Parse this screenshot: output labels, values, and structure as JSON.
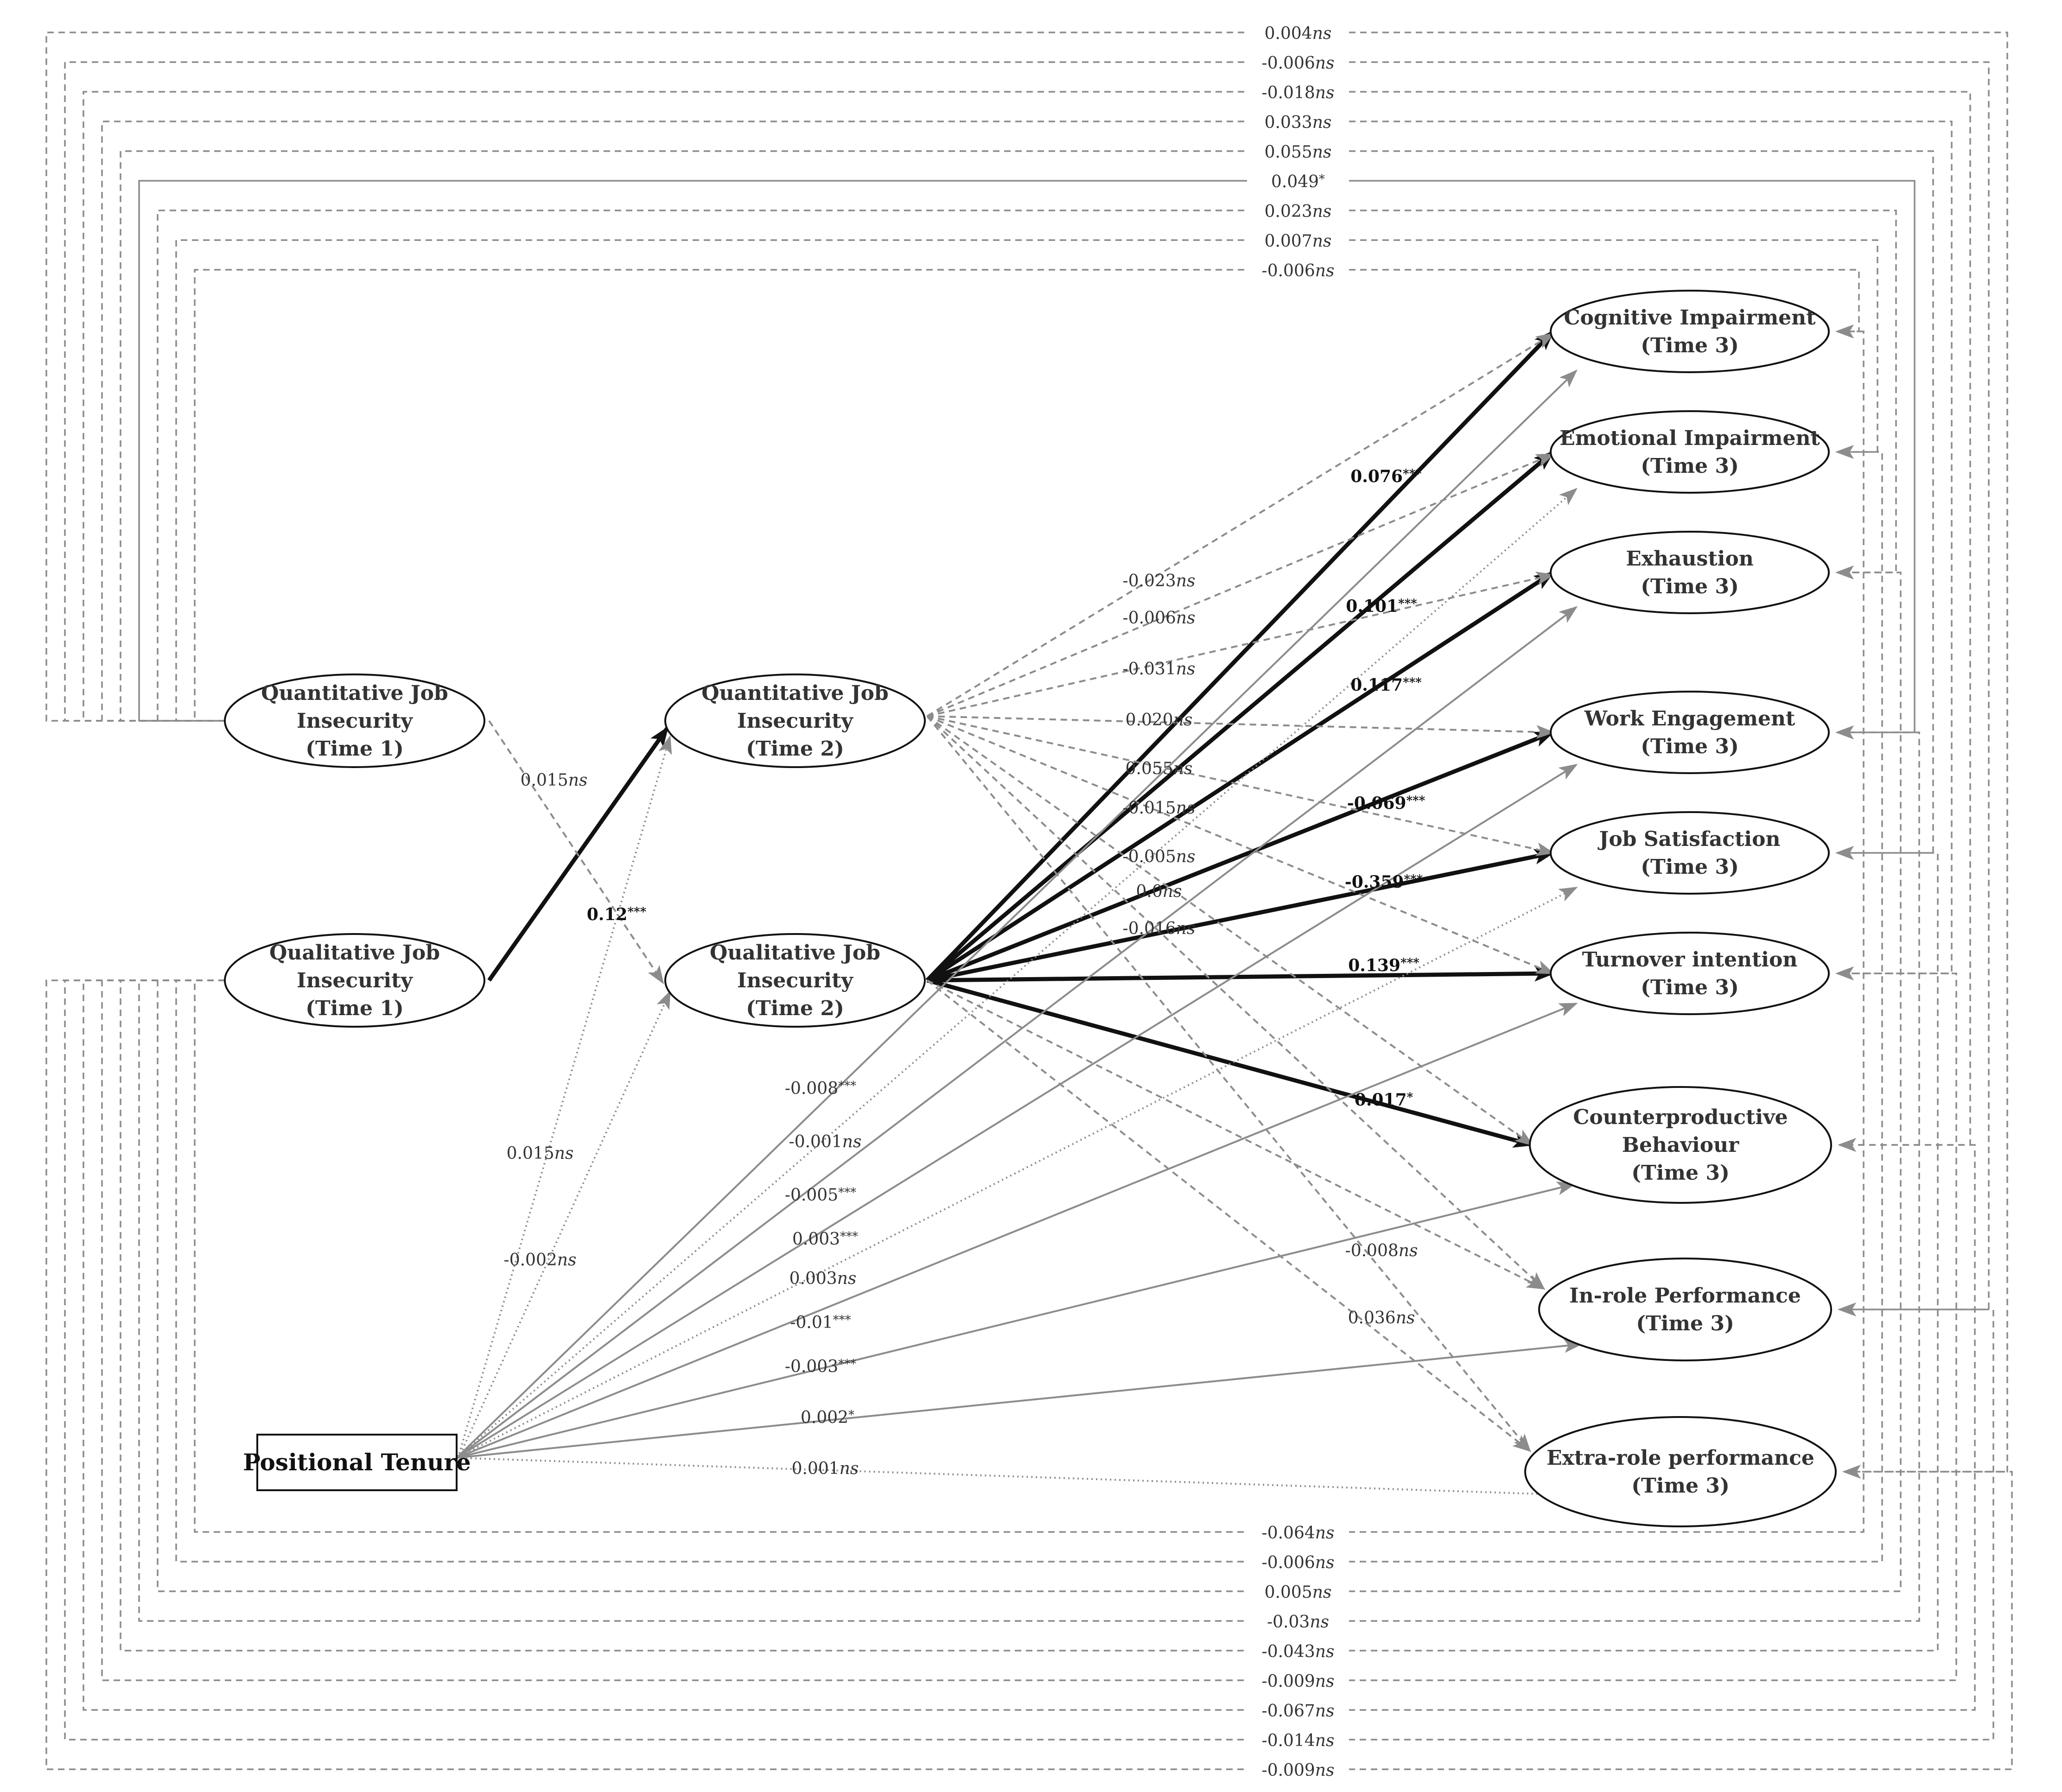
{
  "colors": {
    "bold": "#111111",
    "solid": "#8c8c8c",
    "dashed": "#8c8c8c",
    "dotted": "#8c8c8c",
    "text": "#333333"
  },
  "nodes": [
    {
      "id": "qnt1",
      "lines": [
        "Quantitative Job",
        "Insecurity",
        "(Time 1)"
      ]
    },
    {
      "id": "qlt1",
      "lines": [
        "Qualitative Job",
        "Insecurity",
        "(Time 1)"
      ]
    },
    {
      "id": "qnt2",
      "lines": [
        "Quantitative Job",
        "Insecurity",
        "(Time 2)"
      ]
    },
    {
      "id": "qlt2",
      "lines": [
        "Qualitative Job",
        "Insecurity",
        "(Time 2)"
      ]
    },
    {
      "id": "pt",
      "lines": [
        "Positional Tenure"
      ]
    },
    {
      "id": "cog",
      "lines": [
        "Cognitive Impairment",
        "(Time 3)"
      ]
    },
    {
      "id": "emo",
      "lines": [
        "Emotional Impairment",
        "(Time 3)"
      ]
    },
    {
      "id": "exh",
      "lines": [
        "Exhaustion",
        "(Time 3)"
      ]
    },
    {
      "id": "we",
      "lines": [
        "Work Engagement",
        "(Time 3)"
      ]
    },
    {
      "id": "js",
      "lines": [
        "Job Satisfaction",
        "(Time 3)"
      ]
    },
    {
      "id": "ti",
      "lines": [
        "Turnover intention",
        "(Time 3)"
      ]
    },
    {
      "id": "cb",
      "lines": [
        "Counterproductive",
        "Behaviour",
        "(Time 3)"
      ]
    },
    {
      "id": "irp",
      "lines": [
        "In-role Performance",
        "(Time 3)"
      ]
    },
    {
      "id": "erp",
      "lines": [
        "Extra-role performance",
        "(Time 3)"
      ]
    }
  ],
  "edges": [
    {
      "from": "qlt1",
      "to": "qnt2",
      "style": "bold",
      "value": "0.12",
      "sig": "***"
    },
    {
      "from": "qnt1",
      "to": "qlt2",
      "style": "dashed",
      "value": "0.015",
      "sig": "ns"
    },
    {
      "from": "pt",
      "to": "qnt2",
      "style": "dotted",
      "value": "0.015",
      "sig": "ns"
    },
    {
      "from": "pt",
      "to": "qlt2",
      "style": "dotted",
      "value": "-0.002",
      "sig": "ns"
    },
    {
      "from": "qlt2",
      "to": "cog",
      "style": "bold",
      "value": "0.076",
      "sig": "***"
    },
    {
      "from": "qlt2",
      "to": "emo",
      "style": "bold",
      "value": "0.101",
      "sig": "***"
    },
    {
      "from": "qlt2",
      "to": "exh",
      "style": "bold",
      "value": "0.117",
      "sig": "***"
    },
    {
      "from": "qlt2",
      "to": "we",
      "style": "bold",
      "value": "-0.069",
      "sig": "***"
    },
    {
      "from": "qlt2",
      "to": "js",
      "style": "bold",
      "value": "-0.359",
      "sig": "***"
    },
    {
      "from": "qlt2",
      "to": "ti",
      "style": "bold",
      "value": "0.139",
      "sig": "***"
    },
    {
      "from": "qlt2",
      "to": "cb",
      "style": "bold",
      "value": "0.017",
      "sig": "*"
    },
    {
      "from": "qlt2",
      "to": "irp",
      "style": "dashed",
      "value": "-0.008",
      "sig": "ns"
    },
    {
      "from": "qlt2",
      "to": "erp",
      "style": "dashed",
      "value": "0.036",
      "sig": "ns"
    },
    {
      "from": "qnt2",
      "to": "cog",
      "style": "dashed",
      "value": "-0.023",
      "sig": "ns"
    },
    {
      "from": "qnt2",
      "to": "emo",
      "style": "dashed",
      "value": "-0.006",
      "sig": "ns"
    },
    {
      "from": "qnt2",
      "to": "exh",
      "style": "dashed",
      "value": "-0.031",
      "sig": "ns"
    },
    {
      "from": "qnt2",
      "to": "we",
      "style": "dashed",
      "value": "0.020",
      "sig": "ns"
    },
    {
      "from": "qnt2",
      "to": "js",
      "style": "dashed",
      "value": "0.055",
      "sig": "ns"
    },
    {
      "from": "qnt2",
      "to": "ti",
      "style": "dashed",
      "value": "-0.015",
      "sig": "ns"
    },
    {
      "from": "qnt2",
      "to": "cb",
      "style": "dashed",
      "value": "-0.005",
      "sig": "ns"
    },
    {
      "from": "qnt2",
      "to": "irp",
      "style": "dashed",
      "value": "0.0",
      "sig": "ns"
    },
    {
      "from": "qnt2",
      "to": "erp",
      "style": "dashed",
      "value": "-0.016",
      "sig": "ns"
    },
    {
      "from": "pt",
      "to": "cog",
      "style": "solid",
      "value": "-0.008",
      "sig": "***"
    },
    {
      "from": "pt",
      "to": "emo",
      "style": "dotted",
      "value": "-0.001",
      "sig": "ns"
    },
    {
      "from": "pt",
      "to": "exh",
      "style": "solid",
      "value": "-0.005",
      "sig": "***"
    },
    {
      "from": "pt",
      "to": "we",
      "style": "solid",
      "value": "0.003",
      "sig": "***"
    },
    {
      "from": "pt",
      "to": "js",
      "style": "dotted",
      "value": "0.003",
      "sig": "ns"
    },
    {
      "from": "pt",
      "to": "ti",
      "style": "solid",
      "value": "-0.01",
      "sig": "***"
    },
    {
      "from": "pt",
      "to": "cb",
      "style": "solid",
      "value": "-0.003",
      "sig": "***"
    },
    {
      "from": "pt",
      "to": "irp",
      "style": "solid",
      "value": "0.002",
      "sig": "*"
    },
    {
      "from": "pt",
      "to": "erp",
      "style": "dotted",
      "value": "0.001",
      "sig": "ns"
    }
  ],
  "top_loops": [
    {
      "from": "qnt1",
      "to": "erp",
      "style": "dashed",
      "value": "0.004",
      "sig": "ns"
    },
    {
      "from": "qnt1",
      "to": "irp",
      "style": "dashed",
      "value": "-0.006",
      "sig": "ns"
    },
    {
      "from": "qnt1",
      "to": "cb",
      "style": "dashed",
      "value": "-0.018",
      "sig": "ns"
    },
    {
      "from": "qnt1",
      "to": "ti",
      "style": "dashed",
      "value": "0.033",
      "sig": "ns"
    },
    {
      "from": "qnt1",
      "to": "js",
      "style": "dashed",
      "value": "0.055",
      "sig": "ns"
    },
    {
      "from": "qnt1",
      "to": "we",
      "style": "solid",
      "value": "0.049",
      "sig": "*"
    },
    {
      "from": "qnt1",
      "to": "exh",
      "style": "dashed",
      "value": "0.023",
      "sig": "ns"
    },
    {
      "from": "qnt1",
      "to": "emo",
      "style": "dashed",
      "value": "0.007",
      "sig": "ns"
    },
    {
      "from": "qnt1",
      "to": "cog",
      "style": "dashed",
      "value": "-0.006",
      "sig": "ns"
    }
  ],
  "bottom_loops": [
    {
      "from": "qlt1",
      "to": "cog",
      "style": "dashed",
      "value": "-0.064",
      "sig": "ns"
    },
    {
      "from": "qlt1",
      "to": "emo",
      "style": "dashed",
      "value": "-0.006",
      "sig": "ns"
    },
    {
      "from": "qlt1",
      "to": "exh",
      "style": "dashed",
      "value": "0.005",
      "sig": "ns"
    },
    {
      "from": "qlt1",
      "to": "we",
      "style": "dashed",
      "value": "-0.03",
      "sig": "ns"
    },
    {
      "from": "qlt1",
      "to": "js",
      "style": "dashed",
      "value": "-0.043",
      "sig": "ns"
    },
    {
      "from": "qlt1",
      "to": "ti",
      "style": "dashed",
      "value": "-0.009",
      "sig": "ns"
    },
    {
      "from": "qlt1",
      "to": "cb",
      "style": "dashed",
      "value": "-0.067",
      "sig": "ns"
    },
    {
      "from": "qlt1",
      "to": "irp",
      "style": "dashed",
      "value": "-0.014",
      "sig": "ns"
    },
    {
      "from": "qlt1",
      "to": "erp",
      "style": "dashed",
      "value": "-0.009",
      "sig": "ns"
    }
  ]
}
